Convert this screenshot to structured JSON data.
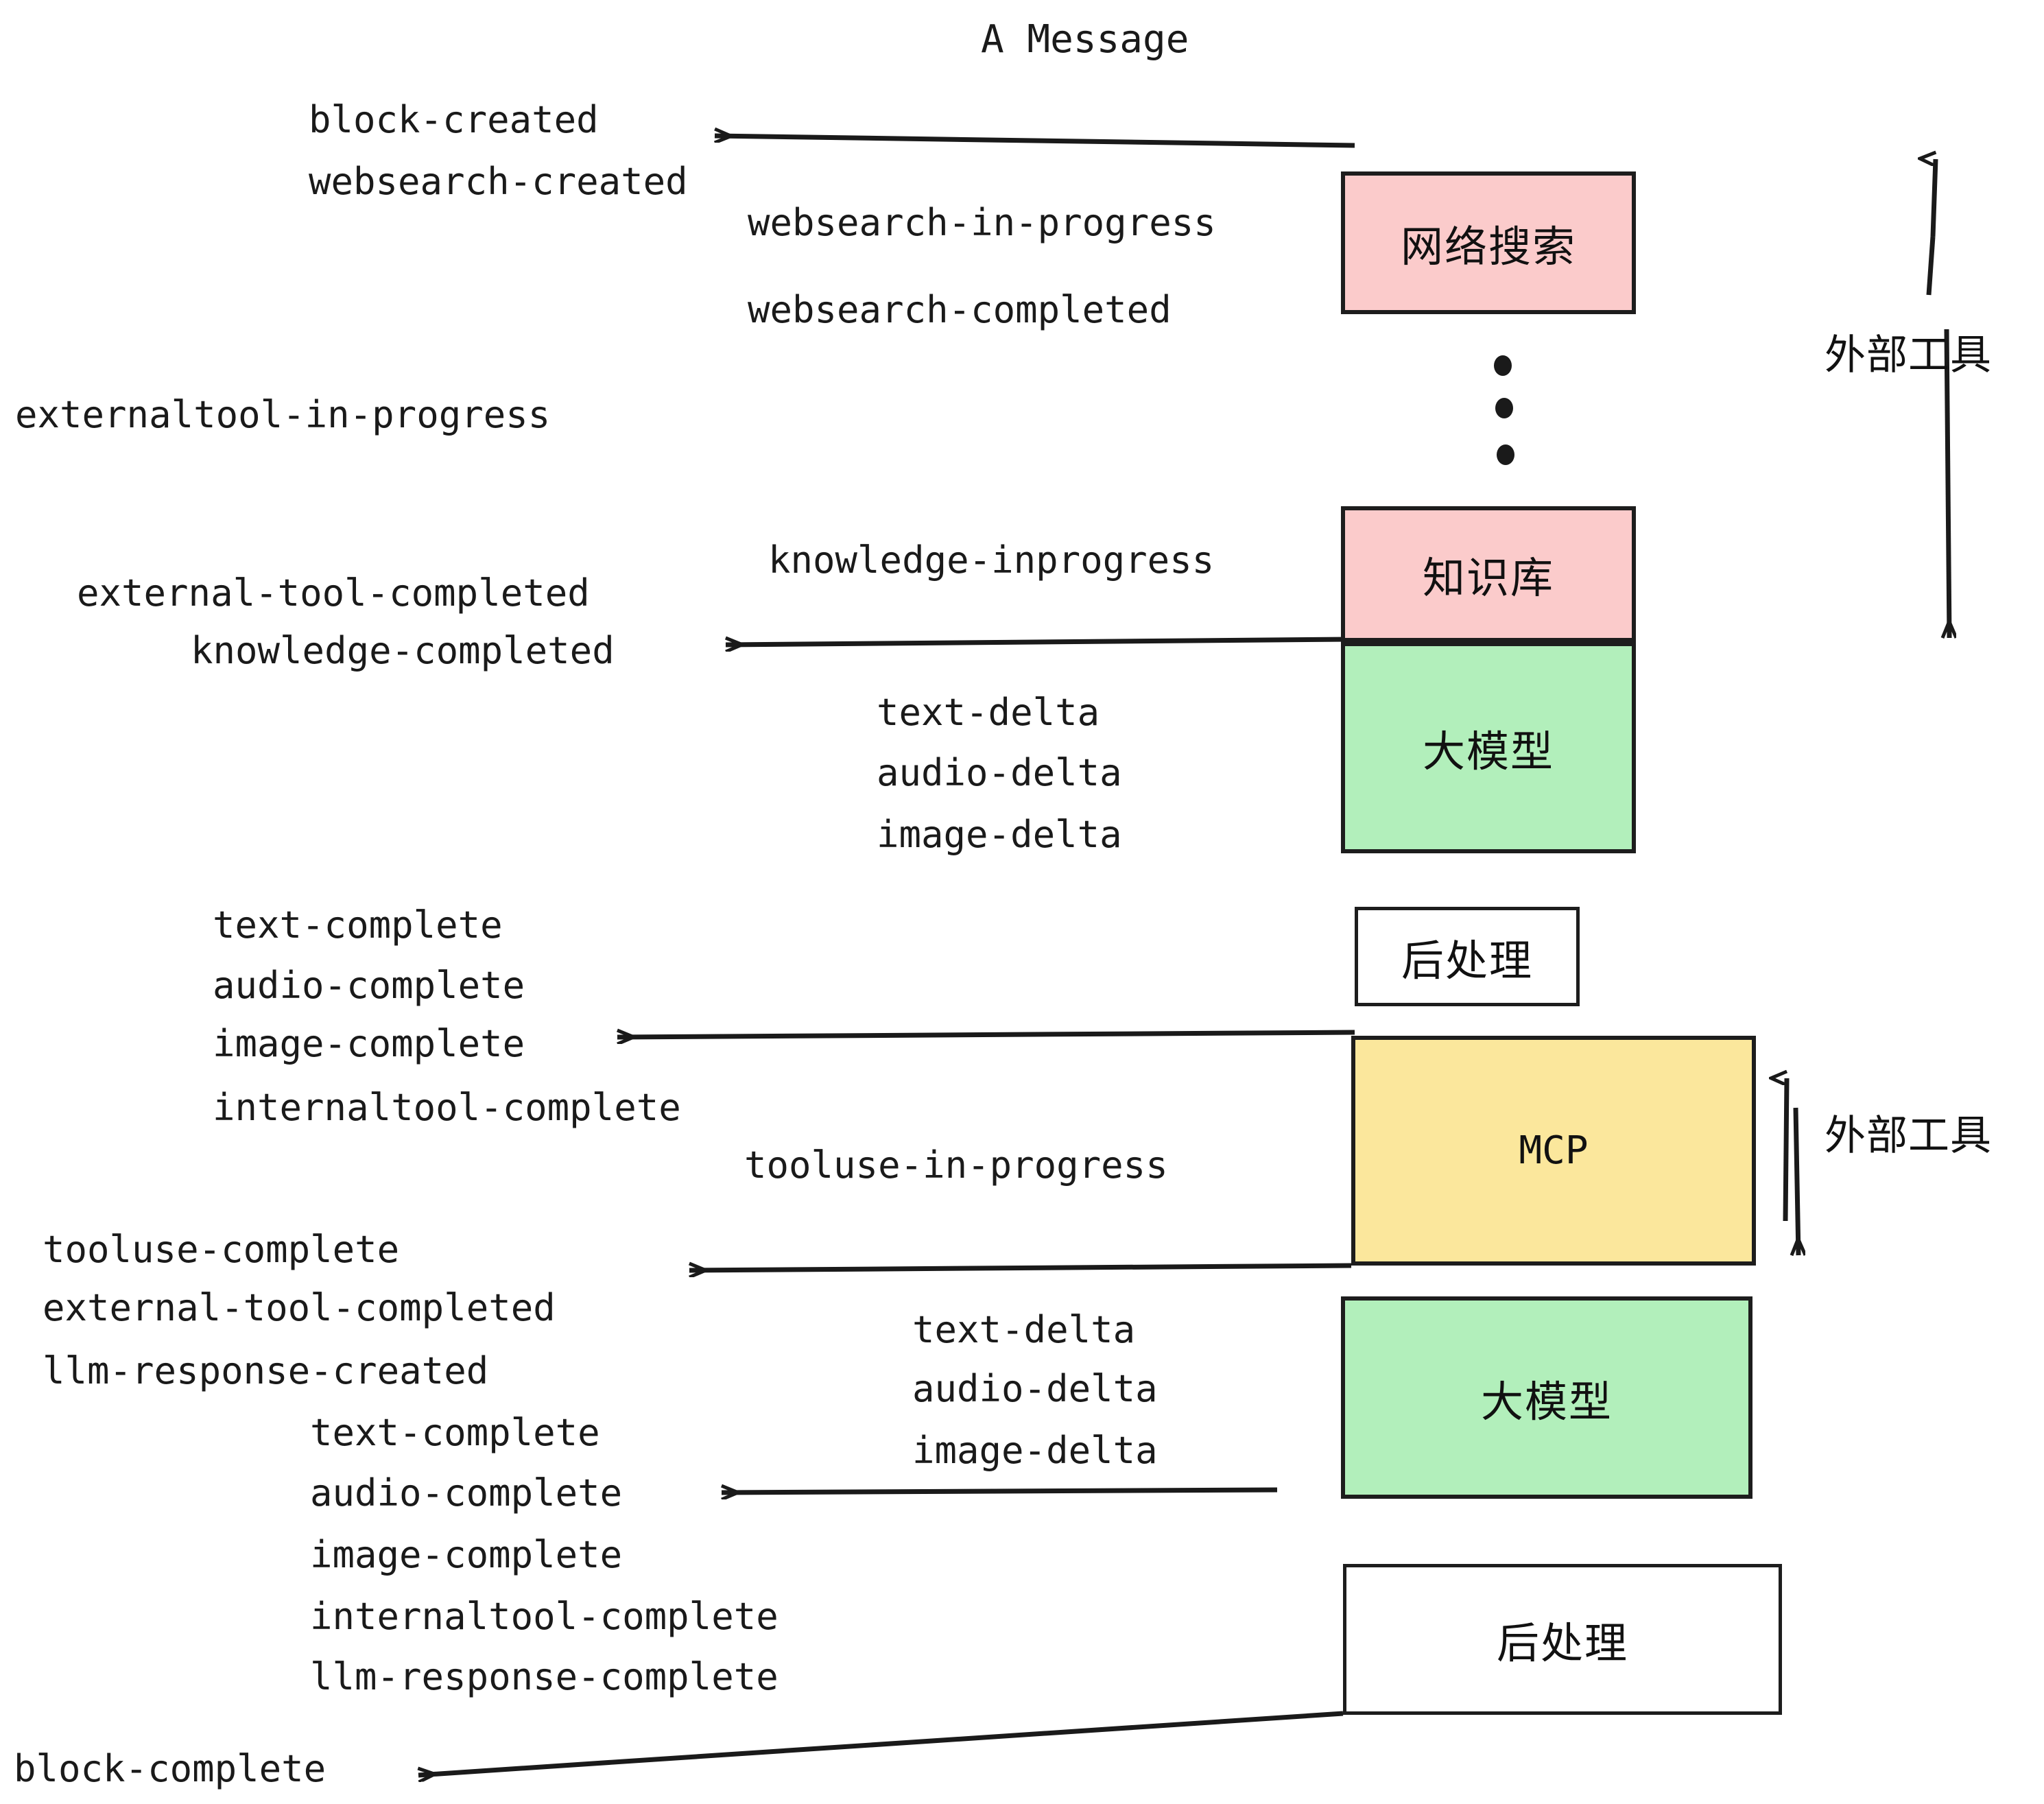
{
  "title": "A Message",
  "colors": {
    "pink": "#FBCBCB",
    "green": "#B2EFBB",
    "yellow": "#FBE79C",
    "white": "#FFFFFF",
    "stroke": "#1d1d1d",
    "text": "#1a1a1a"
  },
  "boxes": [
    {
      "id": "websearch",
      "label": "网络搜索",
      "fill": "#FBCBCB"
    },
    {
      "id": "knowledge",
      "label": "知识库",
      "fill": "#FBCBCB"
    },
    {
      "id": "llm-1",
      "label": "大模型",
      "fill": "#B2EFBB"
    },
    {
      "id": "postprocess-1",
      "label": "后处理",
      "fill": "#FFFFFF"
    },
    {
      "id": "mcp",
      "label": "MCP",
      "fill": "#FBE79C"
    },
    {
      "id": "llm-2",
      "label": "大模型",
      "fill": "#B2EFBB"
    },
    {
      "id": "postprocess-2",
      "label": "后处理",
      "fill": "#FFFFFF"
    }
  ],
  "side_labels": [
    {
      "id": "external-tools-top",
      "label": "外部工具"
    },
    {
      "id": "external-tools-bottom",
      "label": "外部工具"
    }
  ],
  "events": {
    "block_created": "block-created",
    "websearch_created": "websearch-created",
    "websearch_in_progress": "websearch-in-progress",
    "websearch_completed": "websearch-completed",
    "externaltool_in_progress": "externaltool-in-progress",
    "knowledge_inprogress": "knowledge-inprogress",
    "external_tool_completed_1": "external-tool-completed",
    "knowledge_completed": "knowledge-completed",
    "text_delta_1": "text-delta",
    "audio_delta_1": "audio-delta",
    "image_delta_1": "image-delta",
    "text_complete_1": "text-complete",
    "audio_complete_1": "audio-complete",
    "image_complete_1": "image-complete",
    "internaltool_complete_1": "internaltool-complete",
    "tooluse_in_progress": "tooluse-in-progress",
    "tooluse_complete": "tooluse-complete",
    "external_tool_completed_2": "external-tool-completed",
    "llm_response_created": "llm-response-created",
    "text_delta_2": "text-delta",
    "audio_delta_2": "audio-delta",
    "image_delta_2": "image-delta",
    "text_complete_2": "text-complete",
    "audio_complete_2": "audio-complete",
    "image_complete_2": "image-complete",
    "internaltool_complete_2": "internaltool-complete",
    "llm_response_complete": "llm-response-complete",
    "block_complete": "block-complete"
  }
}
